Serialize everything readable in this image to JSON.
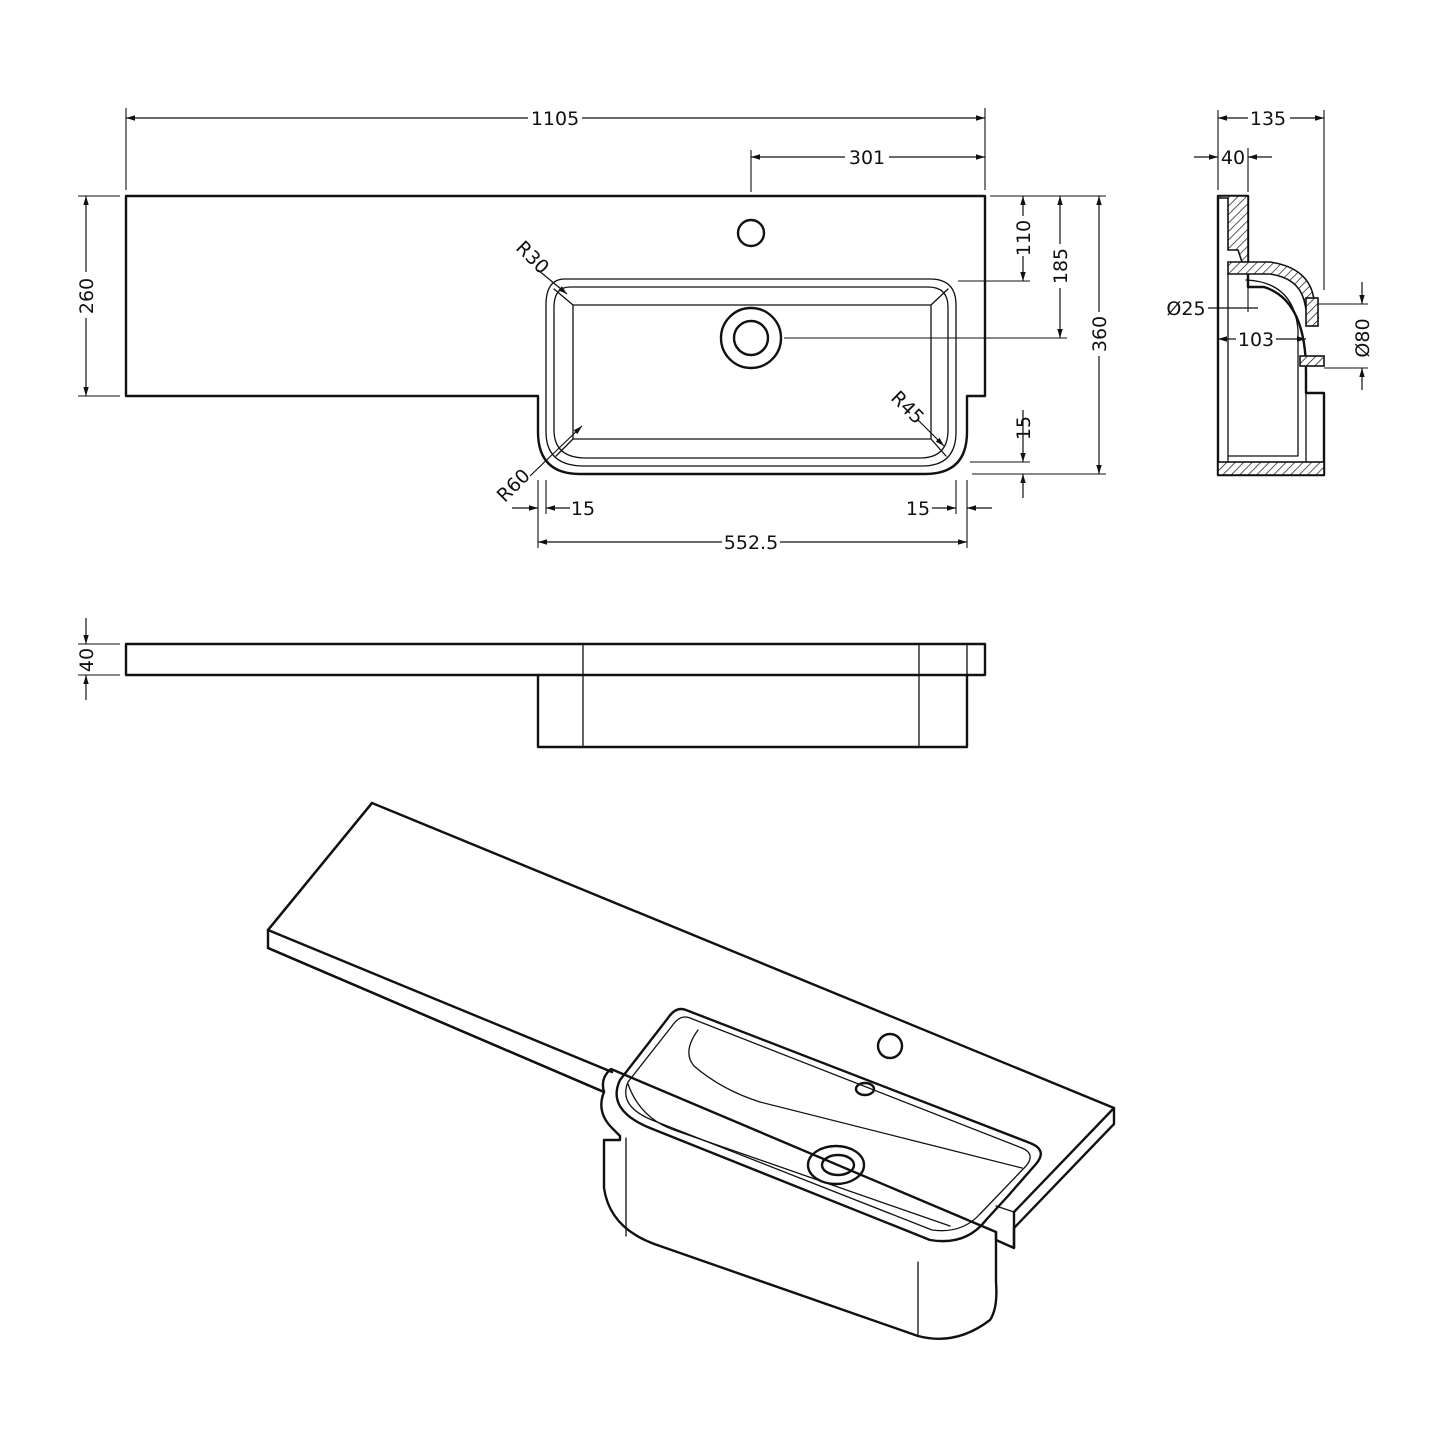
{
  "colors": {
    "line": "#111111",
    "background": "#ffffff"
  },
  "dimensions": {
    "overall_width": "1105",
    "tap_offset": "301",
    "deck_depth": "260",
    "tap_to_bowl": "110",
    "bowl_centre": "185",
    "total_depth": "360",
    "radius_inner_top": "R30",
    "radius_bowl_corner": "R45",
    "radius_outer_front": "R60",
    "lip_depth": "15",
    "lip_left": "15",
    "lip_right": "15",
    "bowl_width": "552.5",
    "deck_thickness": "40",
    "side_depth": "135",
    "side_thickness": "40",
    "tap_hole_diameter": "Ø25",
    "waste_offset": "103",
    "waste_diameter": "Ø80"
  }
}
